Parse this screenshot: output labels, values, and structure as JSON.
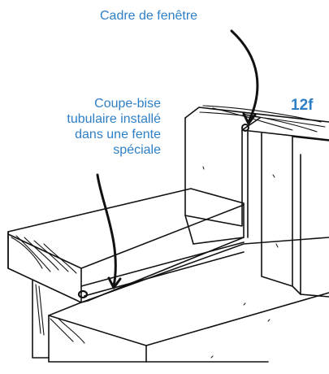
{
  "labels": {
    "window_frame": "Cadre de fenêtre",
    "weatherstrip_line1": "Coupe-bise",
    "weatherstrip_line2": "tubulaire installé",
    "weatherstrip_line3": "dans une fente",
    "weatherstrip_line4": "spéciale",
    "figure_id": "12f"
  },
  "colors": {
    "label": "#2e7fc6",
    "ink": "#111111"
  }
}
